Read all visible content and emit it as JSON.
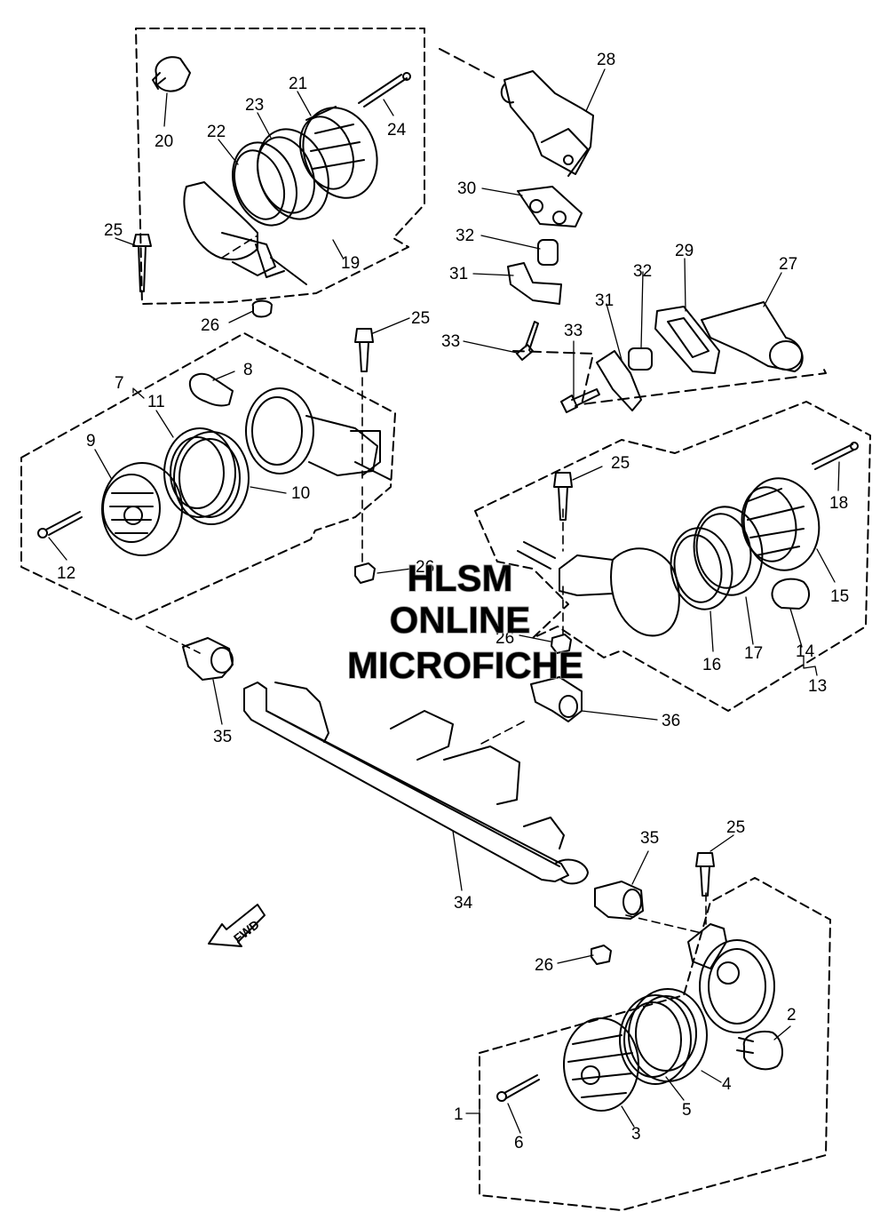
{
  "callouts": {
    "c1": "1",
    "c2": "2",
    "c3": "3",
    "c4": "4",
    "c5": "5",
    "c6": "6",
    "c7": "7",
    "c8": "8",
    "c9": "9",
    "c10": "10",
    "c11": "11",
    "c12": "12",
    "c13": "13",
    "c14": "14",
    "c15": "15",
    "c16": "16",
    "c17": "17",
    "c18": "18",
    "c19": "19",
    "c20": "20",
    "c21": "21",
    "c22": "22",
    "c23": "23",
    "c24": "24",
    "c25a": "25",
    "c25b": "25",
    "c25c": "25",
    "c25d": "25",
    "c26a": "26",
    "c26b": "26",
    "c26c": "26",
    "c26d": "26",
    "c27": "27",
    "c28": "28",
    "c29": "29",
    "c30": "30",
    "c31a": "31",
    "c31b": "31",
    "c32a": "32",
    "c32b": "32",
    "c33a": "33",
    "c33b": "33",
    "c34": "34",
    "c35a": "35",
    "c35b": "35",
    "c36": "36"
  },
  "fwd_label": "FWD",
  "watermark": {
    "line1": "HLSM",
    "line2": "ONLINE",
    "line3": "MICROFICHE"
  }
}
